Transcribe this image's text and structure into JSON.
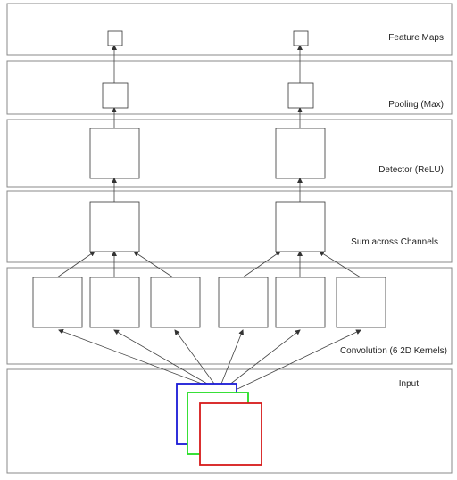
{
  "panels": {
    "feature_maps": "Feature Maps",
    "pooling": "Pooling (Max)",
    "detector": "Detector (ReLU)",
    "sum": "Sum across Channels",
    "convolution": "Convolution (6 2D Kernels)",
    "input": "Input"
  },
  "colors": {
    "input_channel_1": "#1a1ad6",
    "input_channel_2": "#22dd22",
    "input_channel_3": "#d61a1a",
    "line": "#555555"
  }
}
